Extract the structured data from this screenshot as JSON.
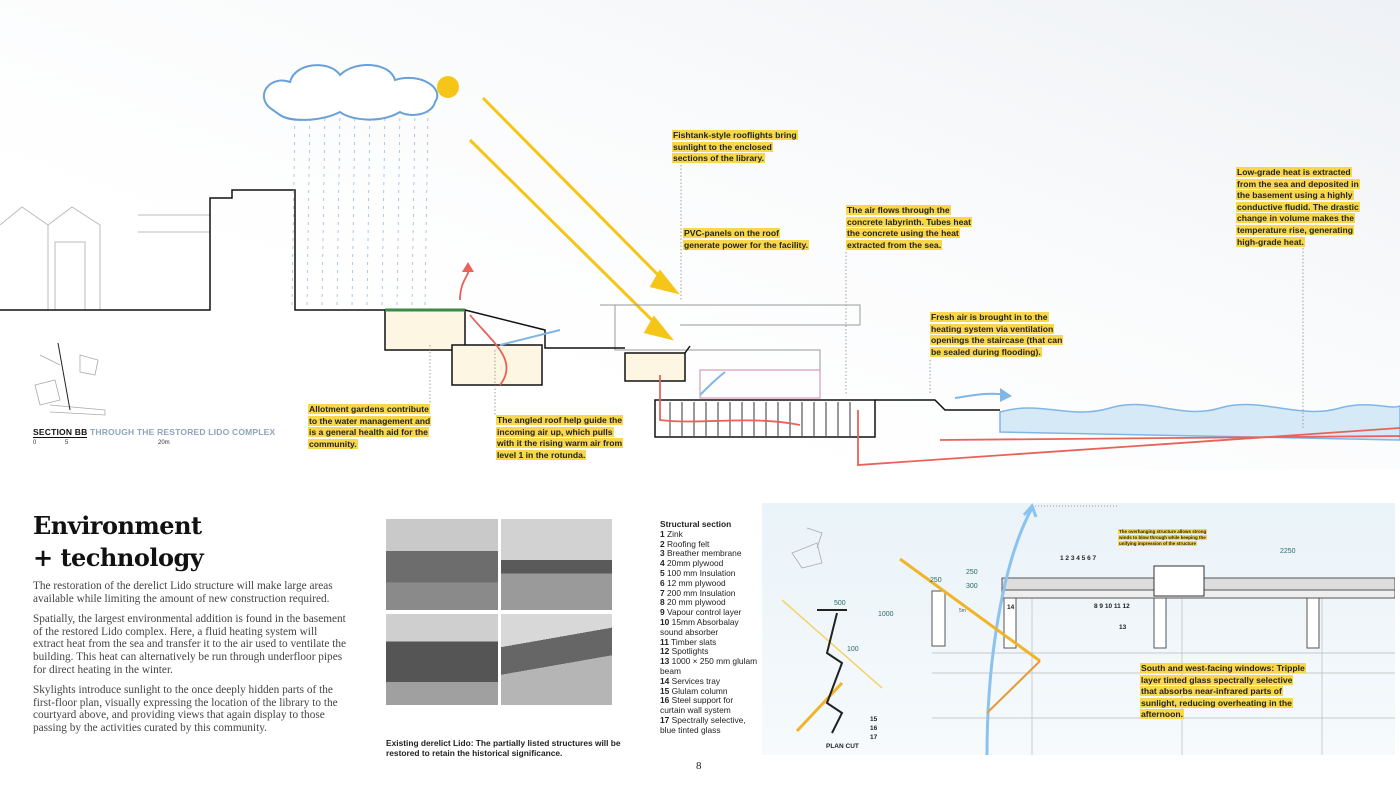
{
  "section": {
    "label_bold": "SECTION BB",
    "label_light": "THROUGH THE RESTORED LIDO COMPLEX",
    "scale": [
      "0",
      "5",
      "20m"
    ],
    "notes": {
      "rooflights": "Fishtank-style rooflights bring sunlight to the enclosed sections of the library.",
      "pvc": "PVC-panels on the roof generate power for the facility.",
      "labyrinth": "The air flows through the concrete labyrinth. Tubes heat the concrete using the heat extracted from the sea.",
      "heat": "Low-grade heat is extracted from the sea and deposited in the basement using a highly conductive fludid. The drastic change in volume makes the temperature rise, generating high-grade heat.",
      "fresh_air": "Fresh air is brought in to the heating system via ventilation openings the staircase (that can be sealed during flooding).",
      "allotment": "Allotment gardens contribute to the water management and is a general health aid for the community.",
      "angled_roof": "The angled roof help guide the incoming air up, which pulls with it the rising warm air from level 1 in the rotunda."
    }
  },
  "article": {
    "title_line1": "Environment",
    "title_line2": "+ technology",
    "paragraphs": [
      "The restoration of the derelict Lido structure will make large areas available while limiting the amount of new construction required.",
      "Spatially, the largest environmental addition is found in the basement of the restored Lido complex. Here, a fluid heating system will extract heat from the sea and transfer it to the air used to ventilate the building. This heat can alternatively be run through underfloor pipes for direct heating in the winter.",
      "Skylights introduce sunlight to the once deeply hidden parts of the first-floor plan, visually expressing the location of the library to the courtyard above, and providing views that again display to those passing by the activities curated by this community."
    ]
  },
  "photos": {
    "caption": "Existing derelict Lido: The partially listed structures will be restored to retain the historical significance."
  },
  "structural": {
    "title": "Structural section",
    "items": [
      {
        "n": "1",
        "t": "Zink"
      },
      {
        "n": "2",
        "t": "Roofing felt"
      },
      {
        "n": "3",
        "t": "Breather membrane"
      },
      {
        "n": "4",
        "t": "20mm plywood"
      },
      {
        "n": "5",
        "t": "100 mm Insulation"
      },
      {
        "n": "6",
        "t": "12 mm plywood"
      },
      {
        "n": "7",
        "t": "200 mm Insulation"
      },
      {
        "n": "8",
        "t": "20 mm plywood"
      },
      {
        "n": "9",
        "t": "Vapour control layer"
      },
      {
        "n": "10",
        "t": "15mm Absorbalay sound absorber"
      },
      {
        "n": "11",
        "t": "Timber slats"
      },
      {
        "n": "12",
        "t": "Spotlights"
      },
      {
        "n": "13",
        "t": "1000 × 250 mm glulam beam"
      },
      {
        "n": "14",
        "t": "Services tray"
      },
      {
        "n": "15",
        "t": "Glulam column"
      },
      {
        "n": "16",
        "t": "Steel support for curtain wall system"
      },
      {
        "n": "17",
        "t": "Spectrally selective, blue tinted glass"
      }
    ]
  },
  "detail": {
    "overhang_note": "The overhanging structure allows strong winds to blow through while keeping the unifying impression of the structure",
    "windows_note": "South and west-facing windows: Tripple layer tinted glass spectrally selective that absorbs near-infrared parts of sunlight, reducing overheating in the afternoon.",
    "plan_cut": "PLAN CUT",
    "dims": [
      "250",
      "300",
      "250",
      "1000",
      "2250",
      "500",
      "100",
      "5m"
    ],
    "plan_tags": [
      "15",
      "16",
      "17"
    ],
    "layer_tags": [
      "1 2 3 4 5 6 7",
      "14",
      "8 9 10 11 12",
      "13"
    ]
  },
  "page_number": "8",
  "colors": {
    "highlight": "#f8d84a",
    "sun": "#f5c518",
    "air": "#7fb6e6",
    "heat": "#e8625a"
  }
}
